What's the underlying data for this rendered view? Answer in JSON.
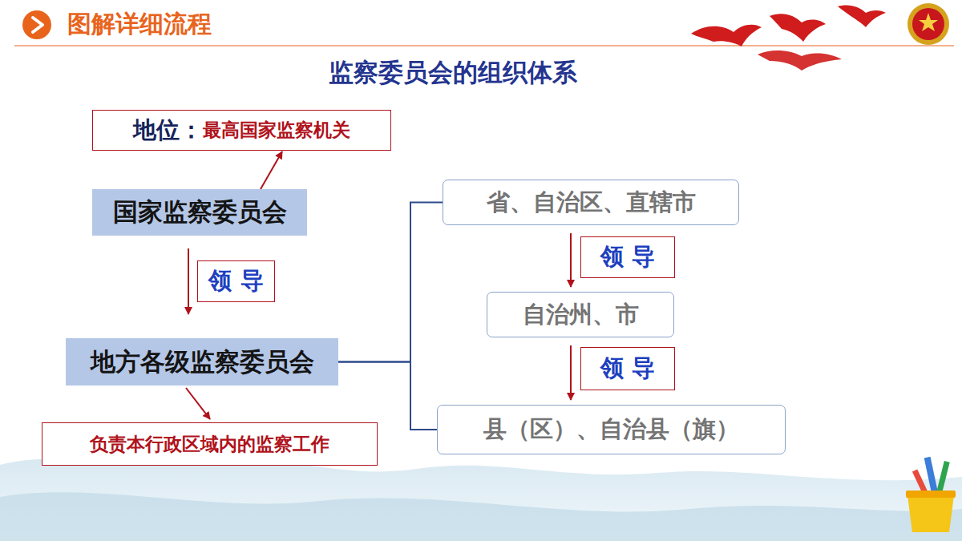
{
  "diagram": {
    "title": "监察委员会的组织体系",
    "nodes": [
      {
        "text": [
          "地位：",
          "最高国家监察机关"
        ]
      },
      {
        "text": [
          "国家监察委员会"
        ]
      },
      {
        "text": [
          "领 导"
        ]
      },
      {
        "text": [
          "地方各级监察委员会"
        ]
      },
      {
        "text": [
          "负责本行政区域内的监察工作"
        ]
      },
      {
        "text": [
          "省、自治区、直辖市"
        ]
      },
      {
        "text": [
          "领 导"
        ]
      },
      {
        "text": [
          "自治州、市"
        ]
      },
      {
        "text": [
          "领 导"
        ]
      },
      {
        "text": [
          "县（区）、自治县（旗）"
        ]
      }
    ],
    "edges": [
      {
        "from": 1,
        "to": 0,
        "arrow": "to"
      },
      {
        "from": 1,
        "to": 3,
        "arrow": "to"
      },
      {
        "from": 3,
        "to": 4,
        "arrow": "to"
      },
      {
        "from": 3,
        "to": 5,
        "arrow": "none"
      },
      {
        "from": 3,
        "to": 9,
        "arrow": "none"
      },
      {
        "from": 5,
        "to": 7,
        "arrow": "to"
      },
      {
        "from": 7,
        "to": 9,
        "arrow": "to"
      }
    ],
    "labels": [
      "图解详细流程"
    ]
  }
}
